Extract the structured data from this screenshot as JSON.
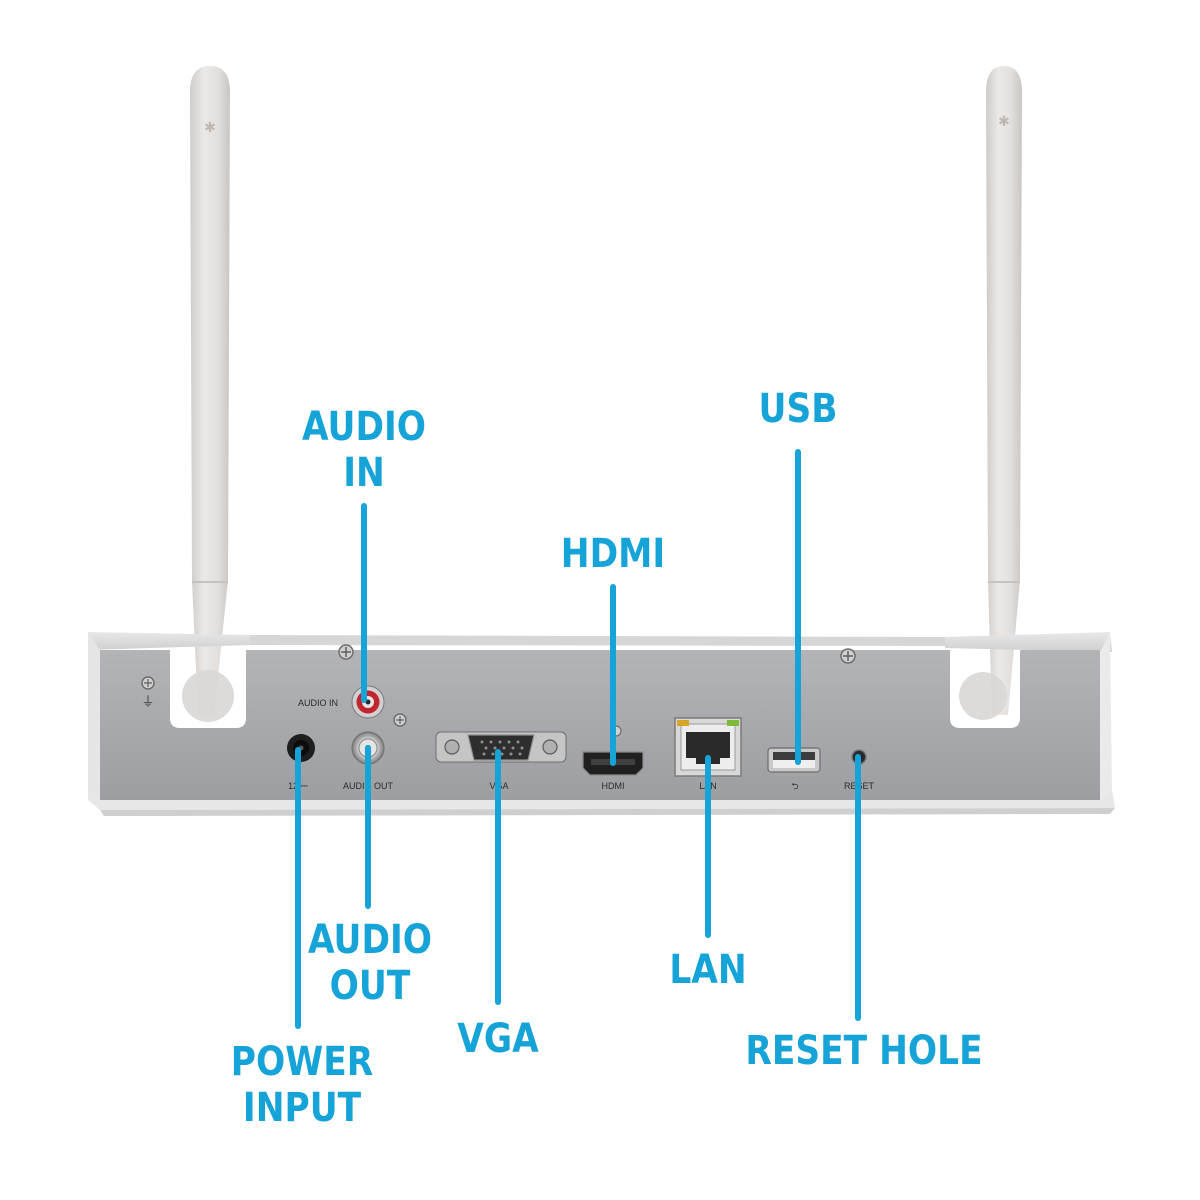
{
  "colors": {
    "callout": "#16a3d8",
    "chassis": "#a3a4a7",
    "antenna": "#dfdcda",
    "audio_in_ring": "#c0262c"
  },
  "callouts": {
    "audio_in": [
      "AUDIO",
      "IN"
    ],
    "usb": "USB",
    "hdmi": "HDMI",
    "audio_out": [
      "AUDIO",
      "OUT"
    ],
    "lan": "LAN",
    "power_input": [
      "POWER",
      "INPUT"
    ],
    "vga": "VGA",
    "reset_hole": "RESET HOLE"
  },
  "panel_labels": {
    "audio_in": "AUDIO IN",
    "audio_out": "AUDIO OUT",
    "power": "12 ⎓",
    "vga": "VGA",
    "hdmi": "HDMI",
    "lan": "LAN",
    "usb": "⮌",
    "reset": "RESET"
  },
  "icons": [
    "antenna-icon",
    "ground-icon",
    "usb-icon"
  ]
}
